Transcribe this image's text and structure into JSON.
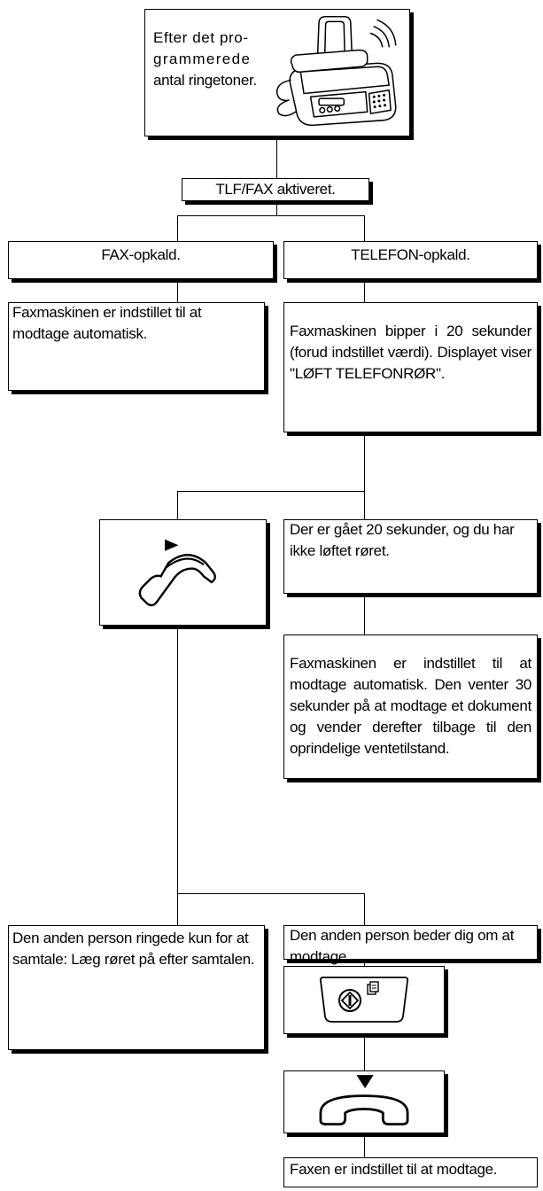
{
  "diagram": {
    "start": {
      "text": "Efter det programmerede antal ringetoner.",
      "lines": [
        "Efter det pro-",
        "grammerede",
        "antal ringetoner."
      ],
      "image": "fax-machine-illustration"
    },
    "mode": {
      "text": "TLF/FAX aktiveret."
    },
    "fax_call": {
      "title": "FAX-opkald.",
      "result": "Faxmaskinen er indstillet til at modtage automatisk."
    },
    "phone_call": {
      "title": "TELEFON-opkald.",
      "result": "Faxmaskinen bipper i 20 sekunder (forud indstillet værdi). Displayet viser \"LØFT TELEFONRØR\"."
    },
    "lift_handset": {
      "icon": "lift-handset-icon"
    },
    "no_answer": {
      "text": "Der er gået 20 sekunder, og du har ikke løftet røret.",
      "result": "Faxmaskinen er indstillet til at modtage automatisk. Den venter 30 sekunder på at modtage et dokument og vender derefter tilbage til den oprindelige ventetilstand."
    },
    "talk_only": {
      "text": "Den anden person ringede kun for at samtale: Læg røret på efter samtalen."
    },
    "receive_request": {
      "text": "Den anden person beder dig om at modtage.",
      "start_icon": "start-button-icon",
      "hangup_icon": "hang-up-handset-icon",
      "final": "Faxen er indstillet til at modtage."
    }
  }
}
